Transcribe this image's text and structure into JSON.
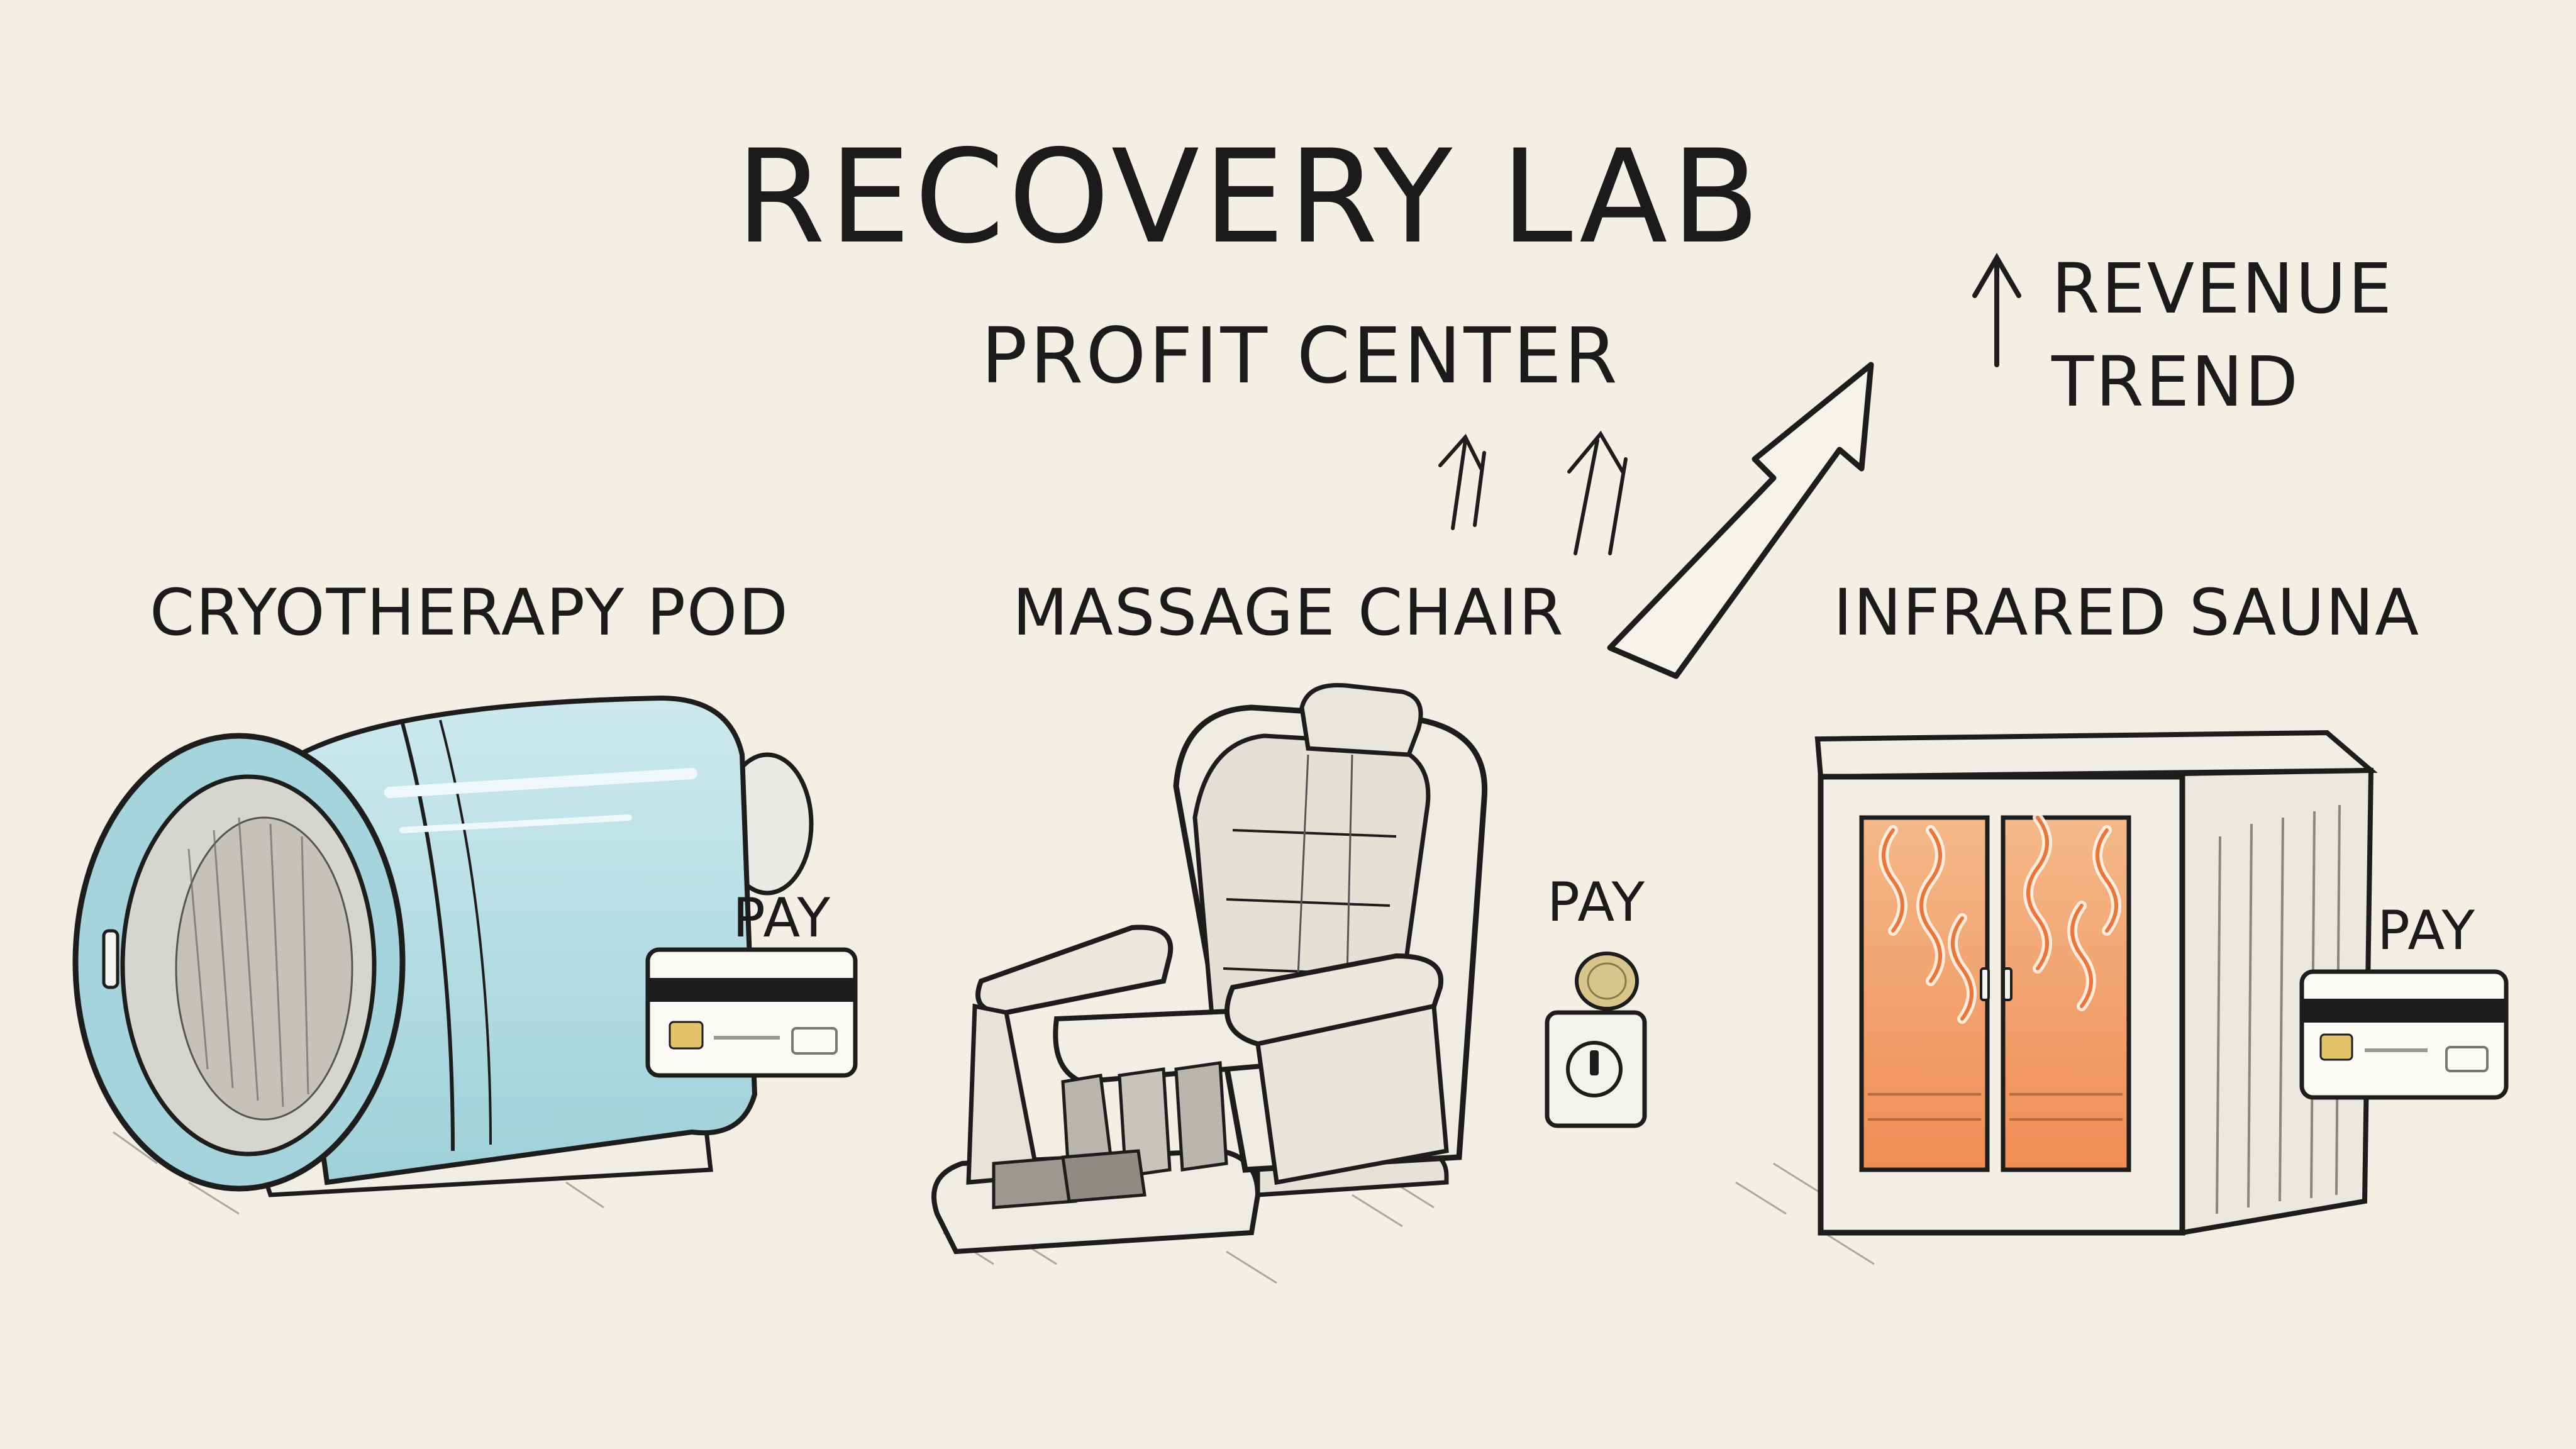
{
  "title": "RECOVERY LAB",
  "subtitle": "PROFIT CENTER",
  "revenue": {
    "arrow_icon": "up-arrow-icon",
    "line1": "REVENUE",
    "line2": "TREND"
  },
  "stations": [
    {
      "name": "CRYOTHERAPY POD",
      "pay_label": "PAY",
      "payment_icon": "credit-card-icon",
      "icon": "cryotherapy-pod-icon"
    },
    {
      "name": "MASSAGE CHAIR",
      "pay_label": "PAY",
      "payment_icon": "coin-slot-icon",
      "icon": "massage-chair-icon"
    },
    {
      "name": "INFRARED SAUNA",
      "pay_label": "PAY",
      "payment_icon": "credit-card-icon",
      "icon": "infrared-sauna-icon"
    }
  ],
  "colors": {
    "background": "#f3efe4",
    "ink": "#1d1d1d",
    "cryo_blue": "#b9dfe6",
    "sauna_glow": "#f2a56a"
  }
}
